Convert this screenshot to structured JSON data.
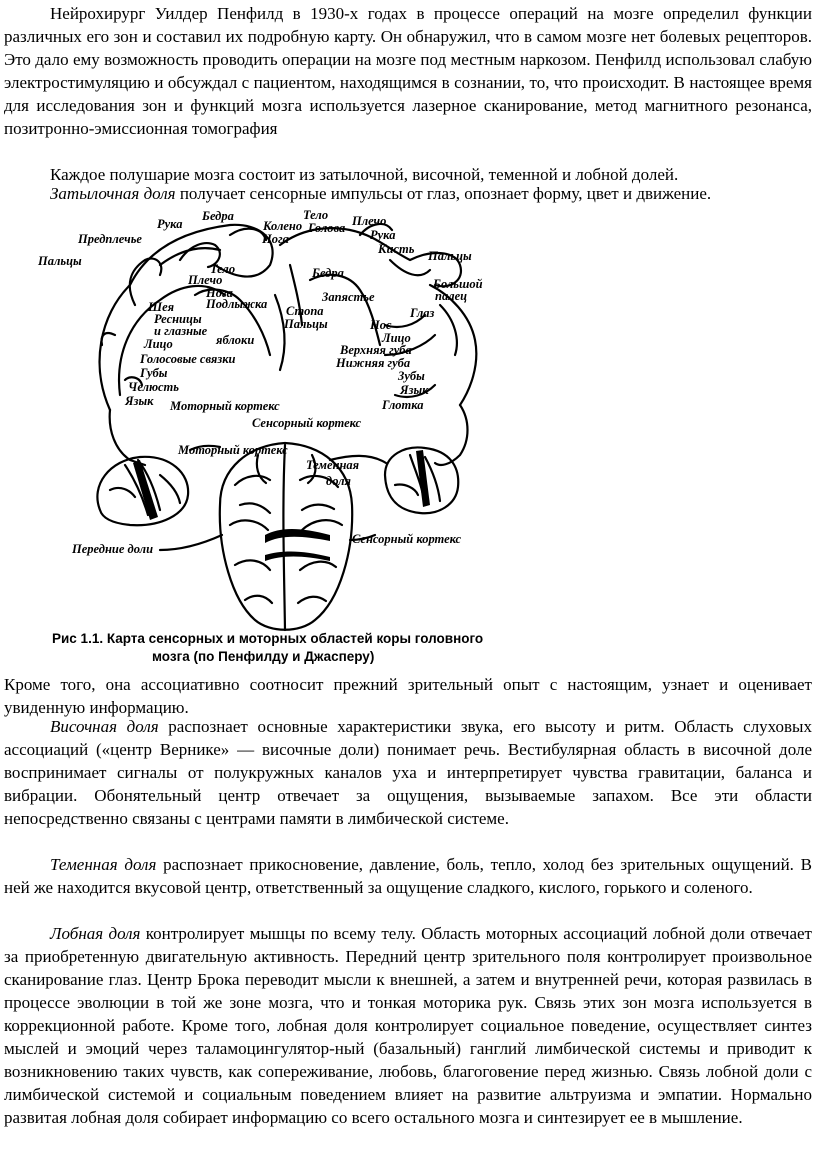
{
  "paragraphs": {
    "p1": "Нейрохирург Уилдер Пенфилд в 1930-х годах в процессе операций на мозге определил функции различных его зон и составил их подробную карту. Он обнаружил, что в самом мозге нет болевых рецепторов. Это дало ему возможность проводить операции на мозге под местным наркозом. Пенфилд использовал слабую электростимуляцию и обсуждал с пациентом, находящимся в сознании, то, что происходит. В настоящее время для исследования зон и функций мозга используется лазерное сканирование, метод магнитного резонанса, позитронно-эмиссионная томография",
    "p2": "Каждое полушарие мозга состоит из затылочной, височной, теменной и лобной долей.",
    "p3_term": "Затылочная доля",
    "p3": " получает сенсорные импульсы от глаз, опознает форму, цвет и движение.",
    "p4": "Кроме того, она ассоциативно соотносит прежний зрительный опыт с настоящим, узнает и оценивает увиденную информацию.",
    "p5_term": "Височная доля",
    "p5": " распознает основные характеристики звука, его высоту и ритм. Область слуховых ассоциаций («центр Вернике» — височные доли) понимает речь. Вестибулярная область в височной доле воспринимает сигналы от полукружных каналов уха и интерпретирует чувства гравитации, баланса и вибрации. Обонятельный центр отвечает за ощущения, вызываемые запахом. Все эти области непосредственно связаны с центрами памяти в лимбической системе.",
    "p6_term": "Теменная доля",
    "p6": " распознает прикосновение, давление, боль, тепло, холод без зрительных ощущений. В ней же находится вкусовой центр, ответственный за ощущение сладкого, кислого, горького и соленого.",
    "p7_term": "Лобная доля",
    "p7": " контролирует мышцы по всему телу. Область моторных ассоциаций лобной доли отвечает за приобретенную двигательную активность. Передний центр зрительного поля контролирует произвольное сканирование глаз. Центр Брока переводит мысли к внешней, а затем и внутренней речи, которая развилась в процессе эволюции в той же зоне мозга, что и тонкая моторика рук. Связь этих зон мозга используется в коррекционной работе. Кроме того, лобная доля контролирует социальное поведение, осуществляет синтез мыслей и эмоций через таламоцингулятор-ный (базальный) ганглий лимбической системы и приводит к возникновению таких чувств, как сопереживание, любовь, благоговение перед жизнью. Связь лобной доли с лимбической системой и социальным поведением влияет на развитие альтруизма и эмпатии. Нормально развитая лобная доля собирает информацию со всего остального мозга и синтезирует ее в мышление."
  },
  "figure": {
    "motor_labels": [
      "Предплечье",
      "Рука",
      "Бедра",
      "Пальцы",
      "Тело",
      "Плечо",
      "Нога",
      "Шея",
      "Подлыжка",
      "Ресницы",
      "и глазные",
      "яблоки",
      "Лицо",
      "Голосовые связки",
      "Губы",
      "Челюсть",
      "Язык"
    ],
    "sensory_labels": [
      "Тело",
      "Голова",
      "Плечо",
      "Колено",
      "Рука",
      "Нога",
      "Кисть",
      "Пальцы",
      "Бедра",
      "Большой",
      "палец",
      "Запястье",
      "Стопа",
      "Пальцы",
      "Глаз",
      "Нос",
      "Лицо",
      "Верхняя губа",
      "Нижняя губа",
      "Зубы",
      "Язык",
      "Глотка"
    ],
    "motor_cortex": "Моторный кортекс",
    "sensory_cortex": "Сенсорный кортекс",
    "motor_cortex_2": "Моторный кортекс",
    "parietal_1": "Теменная",
    "parietal_2": "доля",
    "front_lobes": "Передние доли",
    "sensory_cortex_2": "Сенсорный кортекс",
    "caption_line1": "Рис 1.1. Карта сенсорных и моторных областей коры головного",
    "caption_line2": "мозга (по Пенфилду и Джасперу)"
  }
}
